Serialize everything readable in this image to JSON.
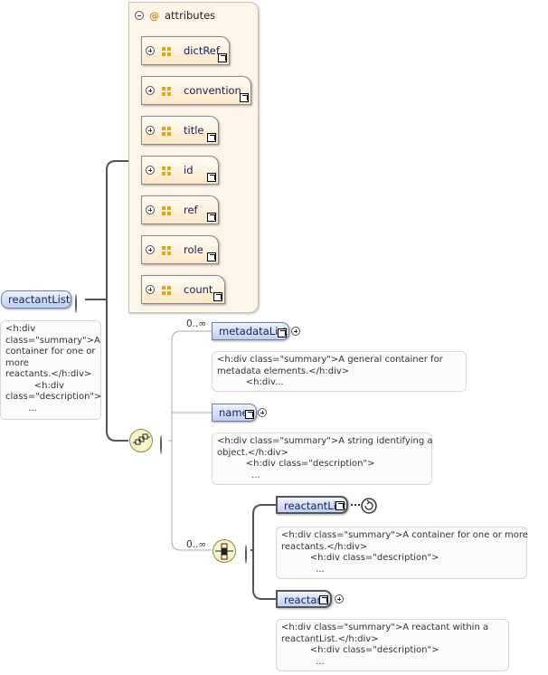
{
  "attributes": {
    "header": "attributes",
    "items": [
      {
        "label": "dictRef"
      },
      {
        "label": "convention"
      },
      {
        "label": "title"
      },
      {
        "label": "id"
      },
      {
        "label": "ref"
      },
      {
        "label": "role"
      },
      {
        "label": "count"
      }
    ]
  },
  "root": {
    "label": "reactantList",
    "doc": "<h:div\nclass=\"summary\">A\ncontainer for one or\nmore\nreactants.</h:div>\n          <h:div\nclass=\"description\">\n        ..."
  },
  "sequence": {
    "cardinality_top": "0..∞",
    "cardinality_choice": "0..∞",
    "children": [
      {
        "label": "metadataList",
        "doc": "<h:div class=\"summary\">A general container for\nmetadata elements.</h:div>\n          <h:div..."
      },
      {
        "label": "name",
        "doc": "<h:div class=\"summary\">A string identifying a\nobject.</h:div>\n          <h:div class=\"description\">\n            ..."
      }
    ]
  },
  "choice": {
    "children": [
      {
        "label": "reactantList",
        "doc": "<h:div class=\"summary\">A container for one or more\nreactants.</h:div>\n          <h:div class=\"description\">\n            ..."
      },
      {
        "label": "reactant",
        "doc": "<h:div class=\"summary\">A reactant within a\nreactantList.</h:div>\n          <h:div class=\"description\">\n            ..."
      }
    ]
  }
}
